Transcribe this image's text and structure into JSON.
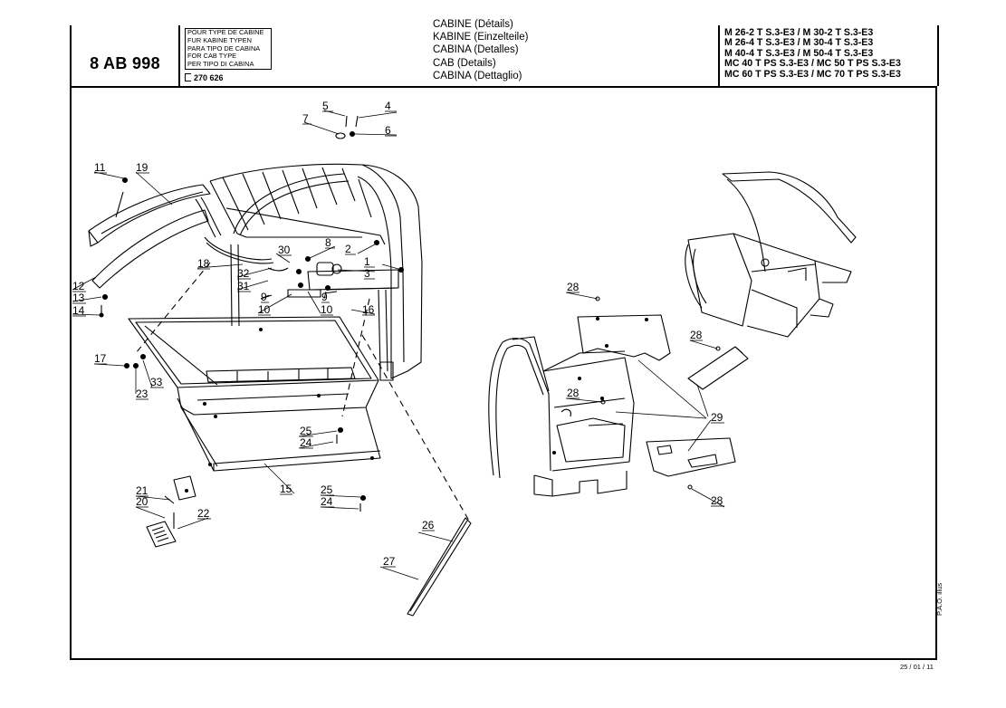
{
  "header": {
    "reference": "8 AB 998",
    "cab_type_labels": [
      "POUR TYPE DE CABINE",
      "FUR KABINE TYPEN",
      "PARA TIPO DE CABINA",
      "FOR CAB TYPE",
      "PER TIPO DI CABINA"
    ],
    "cab_type_number": "270 626",
    "descriptions": [
      "CABINE (Détails)",
      "KABINE (Einzelteile)",
      "CABINA (Detalles)",
      "CAB (Details)",
      "CABINA (Dettaglio)"
    ],
    "models": [
      "M 26-2 T S.3-E3 / M 30-2 T S.3-E3",
      "M 26-4 T S.3-E3 / M 30-4 T S.3-E3",
      "M 40-4 T S.3-E3 / M 50-4 T S.3-E3",
      "MC 40 T PS S.3-E3 / MC 50 T PS S.3-E3",
      "MC 60 T PS S.3-E3 / MC 70 T PS S.3-E3"
    ]
  },
  "footer": {
    "credit": "P.A.O. illus",
    "date": "25 / 01 / 11"
  },
  "callouts": [
    {
      "id": "c5",
      "label": "5"
    },
    {
      "id": "c4",
      "label": "4"
    },
    {
      "id": "c7",
      "label": "7"
    },
    {
      "id": "c6",
      "label": "6"
    },
    {
      "id": "c11",
      "label": "11"
    },
    {
      "id": "c19",
      "label": "19"
    },
    {
      "id": "c30",
      "label": "30"
    },
    {
      "id": "c8",
      "label": "8"
    },
    {
      "id": "c2",
      "label": "2"
    },
    {
      "id": "c1",
      "label": "1"
    },
    {
      "id": "c3",
      "label": "3"
    },
    {
      "id": "c18",
      "label": "18"
    },
    {
      "id": "c32",
      "label": "32"
    },
    {
      "id": "c31",
      "label": "31"
    },
    {
      "id": "c12",
      "label": "12"
    },
    {
      "id": "c13",
      "label": "13"
    },
    {
      "id": "c14",
      "label": "14"
    },
    {
      "id": "c9a",
      "label": "9"
    },
    {
      "id": "c10a",
      "label": "10"
    },
    {
      "id": "c9b",
      "label": "9"
    },
    {
      "id": "c10b",
      "label": "10"
    },
    {
      "id": "c16",
      "label": "16"
    },
    {
      "id": "c17",
      "label": "17"
    },
    {
      "id": "c33",
      "label": "33"
    },
    {
      "id": "c23",
      "label": "23"
    },
    {
      "id": "c25a",
      "label": "25"
    },
    {
      "id": "c24a",
      "label": "24"
    },
    {
      "id": "c15",
      "label": "15"
    },
    {
      "id": "c21",
      "label": "21"
    },
    {
      "id": "c20",
      "label": "20"
    },
    {
      "id": "c22",
      "label": "22"
    },
    {
      "id": "c25b",
      "label": "25"
    },
    {
      "id": "c24b",
      "label": "24"
    },
    {
      "id": "c26",
      "label": "26"
    },
    {
      "id": "c27",
      "label": "27"
    },
    {
      "id": "c28a",
      "label": "28"
    },
    {
      "id": "c28b",
      "label": "28"
    },
    {
      "id": "c28c",
      "label": "28"
    },
    {
      "id": "c29",
      "label": "29"
    },
    {
      "id": "c28d",
      "label": "28"
    }
  ]
}
